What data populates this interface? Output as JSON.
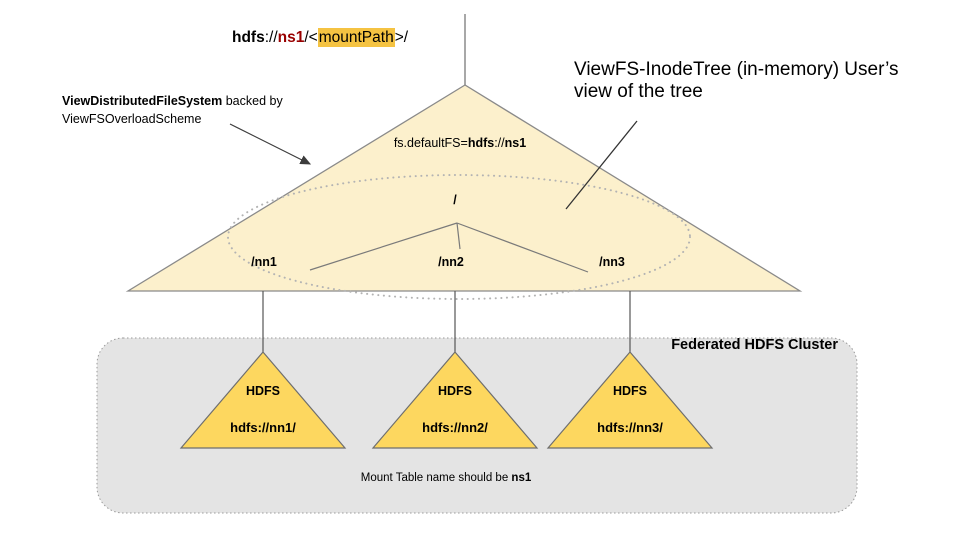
{
  "colors": {
    "view-fill": "#FCF0CC",
    "node-fill": "#FDD75F",
    "highlight": "#F5C342",
    "ns-red": "#990000",
    "cluster-bg": "#E4E4E4"
  },
  "top_label": {
    "scheme": "hdfs",
    "sep": "://",
    "namespace": "ns1",
    "pre_mount": "/<",
    "mount_path": "mountPath",
    "post_mount": ">/"
  },
  "left_note": {
    "bold": "ViewDistributedFileSystem",
    "rest": " backed by",
    "line2": "ViewFSOverloadScheme"
  },
  "right_note": {
    "line1": "ViewFS-InodeTree (in-memory) User’s",
    "line2": "view of the tree"
  },
  "view_tree": {
    "config_prefix": "fs.defaultFS=",
    "config_scheme": "hdfs",
    "config_sep": "://",
    "config_ns": "ns1",
    "root": "/",
    "mounts": [
      "/nn1",
      "/nn2",
      "/nn3"
    ]
  },
  "cluster": {
    "title": "Federated HDFS Cluster",
    "nodes": [
      {
        "label": "HDFS",
        "uri": "hdfs://nn1/"
      },
      {
        "label": "HDFS",
        "uri": "hdfs://nn2/"
      },
      {
        "label": "HDFS",
        "uri": "hdfs://nn3/"
      }
    ],
    "note_prefix": "Mount Table name should be ",
    "note_bold": "ns1"
  }
}
